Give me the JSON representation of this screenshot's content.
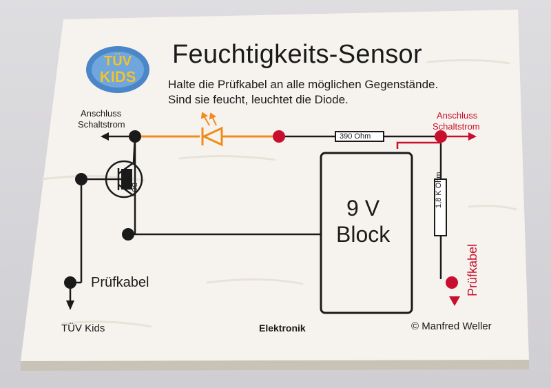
{
  "title": "Feuchtigkeits-Sensor",
  "instructions": {
    "line1": "Halte die Prüfkabel an alle möglichen Gegenstände.",
    "line2": "Sind sie feucht, leuchtet die Diode."
  },
  "logo": {
    "top": "TÜV",
    "bottom": "KIDS"
  },
  "labels": {
    "left_connector_line1": "Anschluss",
    "left_connector_line2": "Schaltstrom",
    "right_connector_line1": "Anschluss",
    "right_connector_line2": "Schaltstrom",
    "resistor_horizontal": "390 Ohm",
    "resistor_vertical": "1,8 K Ohm",
    "battery_line1": "9 V",
    "battery_line2": "Block",
    "probe_left": "Prüfkabel",
    "probe_right": "Prüfkabel",
    "transistor": "BC"
  },
  "footer": {
    "left": "TÜV Kids",
    "center": "Elektronik",
    "right": "© Manfred Weller"
  },
  "colors": {
    "led_wire": "#f08c1c",
    "positive_wire": "#c8102e",
    "wire": "#1a1a1a",
    "board": "#f6f3ee"
  }
}
